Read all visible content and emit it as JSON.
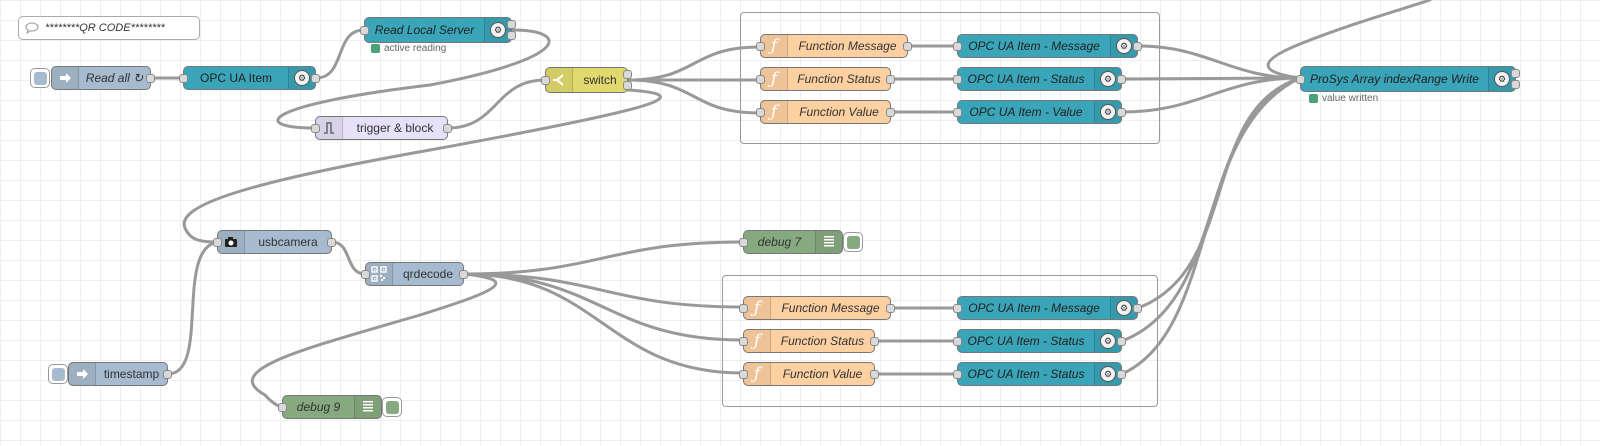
{
  "comment": {
    "label": "********QR CODE********",
    "icon": "comment-icon"
  },
  "nodes": {
    "read_all": {
      "label": "Read all ↻",
      "icon": "inject-arrow-icon"
    },
    "opc_ua_item": {
      "label": "OPC UA Item",
      "icon": "opcua-icon"
    },
    "read_local_server": {
      "label": "Read Local Server",
      "status": "active reading",
      "icon": "opcua-icon"
    },
    "trigger_block": {
      "label": "trigger & block",
      "icon": "trigger-icon"
    },
    "switch": {
      "label": "switch",
      "icon": "switch-icon"
    },
    "g1_func_message": {
      "label": "Function Message",
      "icon": "function-icon"
    },
    "g1_func_status": {
      "label": "Function Status",
      "icon": "function-icon"
    },
    "g1_func_value": {
      "label": "Function Value",
      "icon": "function-icon"
    },
    "g1_opc_message": {
      "label": "OPC UA Item - Message",
      "icon": "opcua-icon"
    },
    "g1_opc_status": {
      "label": "OPC UA Item - Status",
      "icon": "opcua-icon"
    },
    "g1_opc_value": {
      "label": "OPC UA Item - Value",
      "icon": "opcua-icon"
    },
    "prosys_write": {
      "label": "ProSys Array indexRange Write",
      "status": "value written",
      "icon": "opcua-icon"
    },
    "usbcamera": {
      "label": "usbcamera",
      "icon": "camera-icon"
    },
    "qrdecode": {
      "label": "qrdecode",
      "icon": "qr-code-icon"
    },
    "debug7": {
      "label": "debug 7",
      "icon": "debug-list-icon"
    },
    "debug9": {
      "label": "debug 9",
      "icon": "debug-list-icon"
    },
    "timestamp": {
      "label": "timestamp",
      "icon": "inject-arrow-icon"
    },
    "g2_func_message": {
      "label": "Function Message",
      "icon": "function-icon"
    },
    "g2_func_status": {
      "label": "Function Status",
      "icon": "function-icon"
    },
    "g2_func_value": {
      "label": "Function Value",
      "icon": "function-icon"
    },
    "g2_opc_message": {
      "label": "OPC UA Item - Message",
      "icon": "opcua-icon"
    },
    "g2_opc_status": {
      "label": "OPC UA Item - Status",
      "icon": "opcua-icon"
    },
    "g2_opc_status_b": {
      "label": "OPC UA Item - Status",
      "icon": "opcua-icon"
    }
  },
  "colors": {
    "opcua": "#3aa4b8",
    "function": "#fdd0a2",
    "switch": "#e2d96e",
    "trigger": "#e6e0f8",
    "inject": "#a6bbcf",
    "debug": "#87a980",
    "status_ok": "#4ba17a",
    "wire": "#999999"
  }
}
